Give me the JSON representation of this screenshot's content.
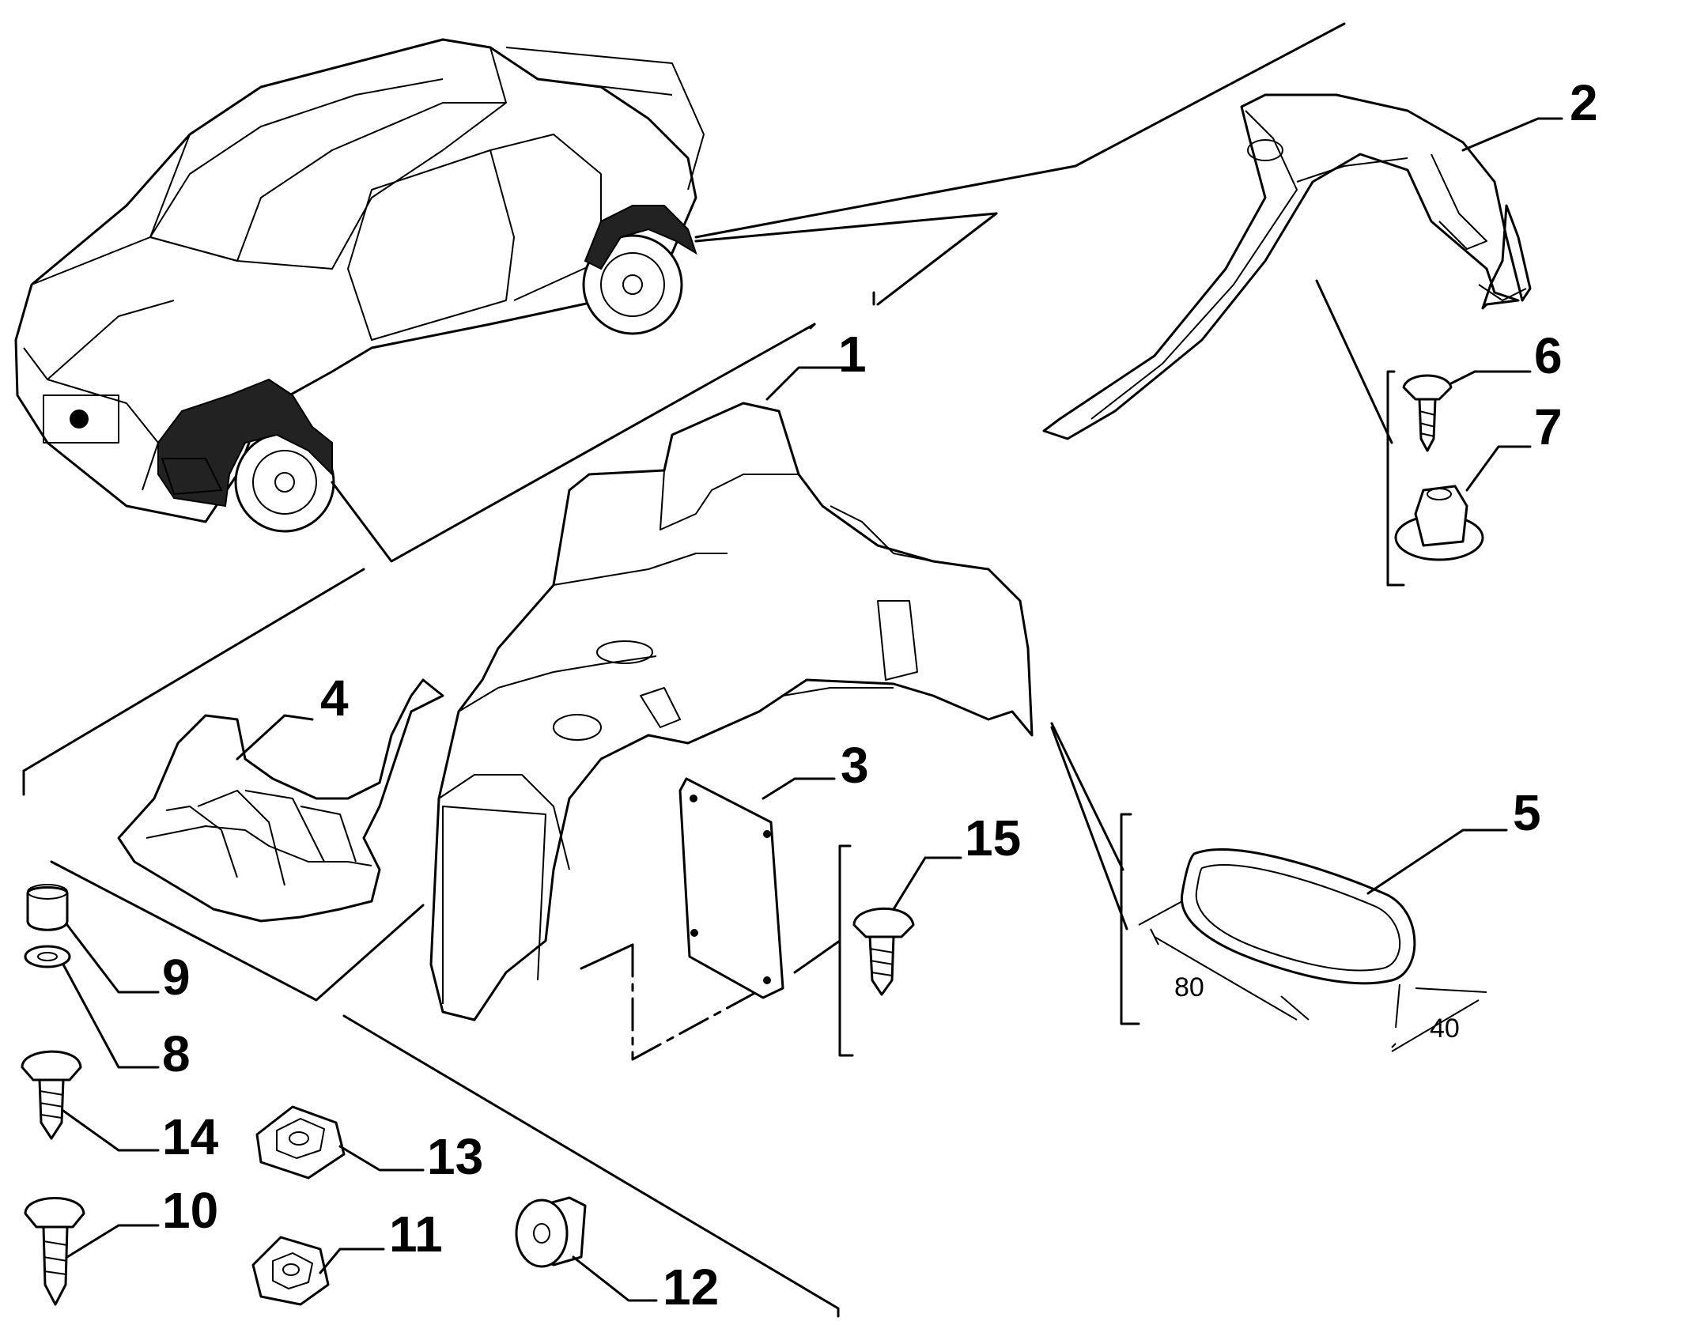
{
  "callouts": [
    {
      "id": "1",
      "label": "1"
    },
    {
      "id": "2",
      "label": "2"
    },
    {
      "id": "3",
      "label": "3"
    },
    {
      "id": "4",
      "label": "4"
    },
    {
      "id": "5",
      "label": "5"
    },
    {
      "id": "6",
      "label": "6"
    },
    {
      "id": "7",
      "label": "7"
    },
    {
      "id": "8",
      "label": "8"
    },
    {
      "id": "9",
      "label": "9"
    },
    {
      "id": "10",
      "label": "10"
    },
    {
      "id": "11",
      "label": "11"
    },
    {
      "id": "12",
      "label": "12"
    },
    {
      "id": "13",
      "label": "13"
    },
    {
      "id": "14",
      "label": "14"
    },
    {
      "id": "15",
      "label": "15"
    }
  ],
  "dimensions": {
    "length": "80",
    "width": "40"
  }
}
